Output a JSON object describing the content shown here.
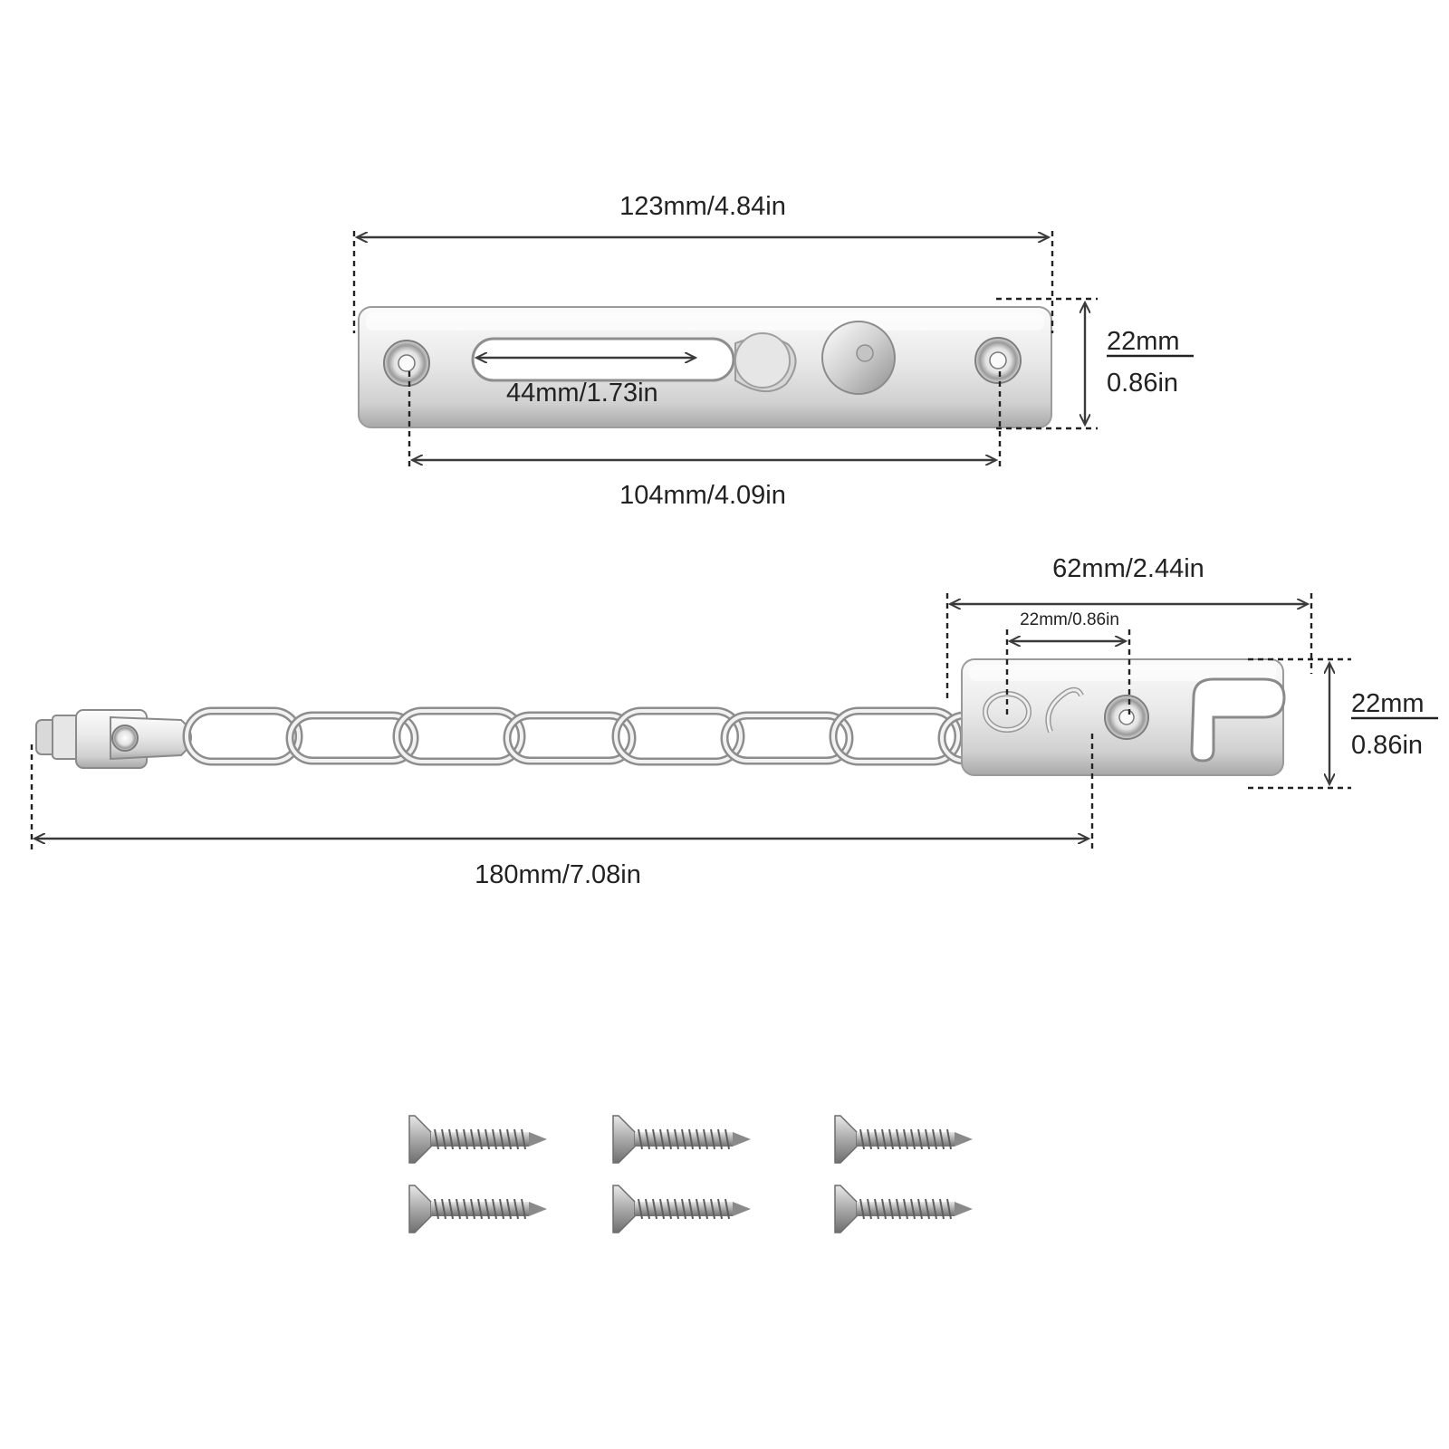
{
  "labels": {
    "plate_length": "123mm/4.84in",
    "slot_length": "44mm/1.73in",
    "hole_spacing": "104mm/4.09in",
    "plate_width_mm": "22mm",
    "plate_width_in": "0.86in",
    "keeper_length": "62mm/2.44in",
    "keeper_inner": "22mm/0.86in",
    "keeper_width_mm": "22mm",
    "keeper_width_in": "0.86in",
    "chain_total": "180mm/7.08in"
  },
  "colors": {
    "metal_light": "#f4f4f4",
    "metal_mid": "#d4d4d4",
    "metal_dark": "#8a8a8a",
    "dimension_line": "#3a3a3a",
    "text": "#222222"
  },
  "screw_count": 6
}
